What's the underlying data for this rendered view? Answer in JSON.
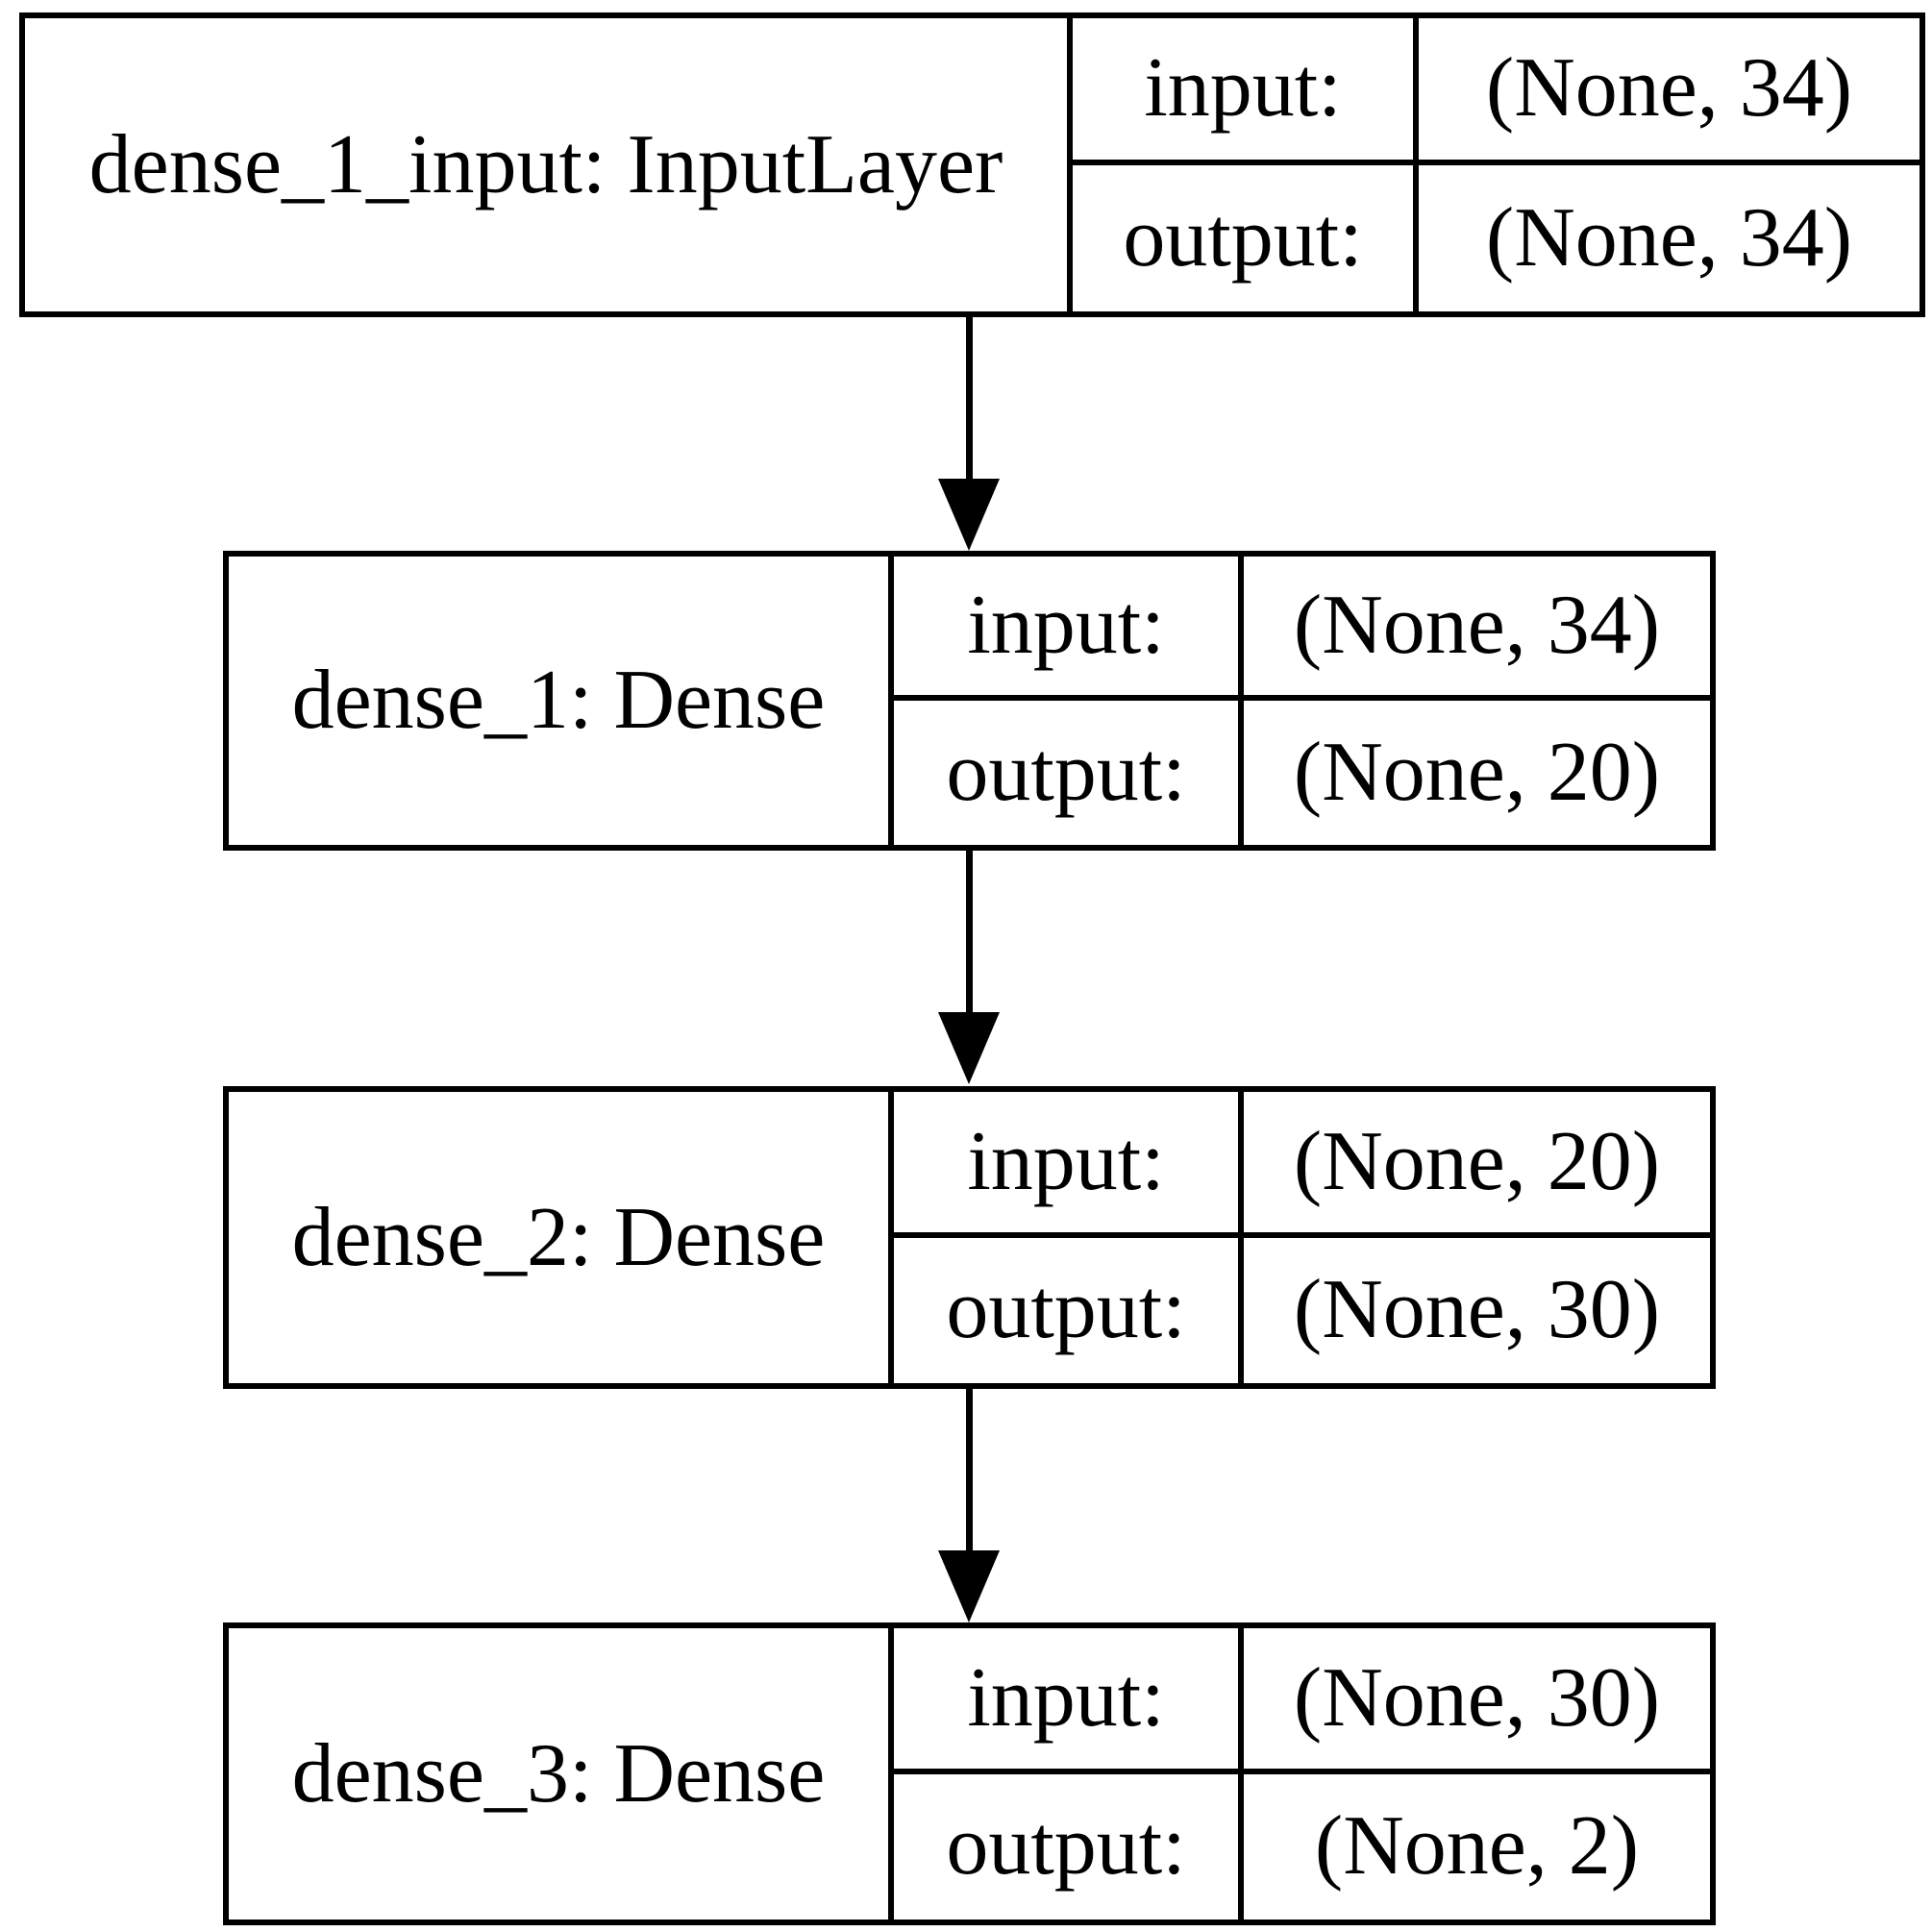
{
  "diagram": {
    "title": "keras-model-architecture",
    "row_labels": {
      "input": "input:",
      "output": "output:"
    },
    "colors": {
      "border": "#000000",
      "background": "#ffffff",
      "text": "#000000"
    },
    "layers": [
      {
        "name": "dense_1_input: InputLayer",
        "input_shape": "(None, 34)",
        "output_shape": "(None, 34)"
      },
      {
        "name": "dense_1: Dense",
        "input_shape": "(None, 34)",
        "output_shape": "(None, 20)"
      },
      {
        "name": "dense_2: Dense",
        "input_shape": "(None, 20)",
        "output_shape": "(None, 30)"
      },
      {
        "name": "dense_3: Dense",
        "input_shape": "(None, 30)",
        "output_shape": "(None, 2)"
      }
    ]
  }
}
